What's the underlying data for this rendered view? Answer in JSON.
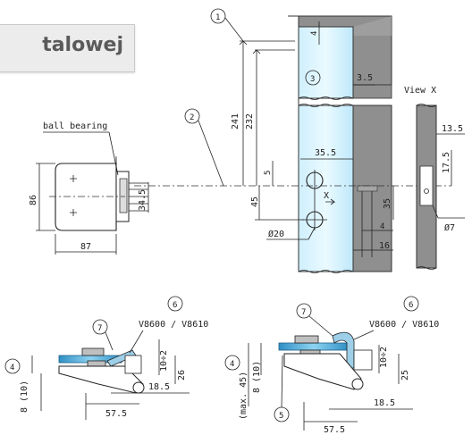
{
  "banner": {
    "text": "talowej"
  },
  "labels": {
    "ball_bearing": "ball bearing",
    "view_x": "View X",
    "x_marker": "X",
    "code_left": "V8600 / V8610",
    "code_right": "V8600 / V8610"
  },
  "callouts": {
    "c1": "1",
    "c2": "2",
    "c3": "3",
    "c4a": "4",
    "c4b": "4",
    "c5": "5",
    "c6a": "6",
    "c6b": "6",
    "c7a": "7",
    "c7b": "7"
  },
  "dims": {
    "d4": "4",
    "d3_5": "3.5",
    "d241": "241",
    "d232": "232",
    "d13_5": "13.5",
    "d17_5": "17.5",
    "d7": "Ø7",
    "d35_5": "35.5",
    "d5": "5",
    "d45": "45",
    "d35": "35",
    "d4b": "4",
    "d16": "16",
    "d20": "Ø20",
    "d86": "86",
    "d87": "87",
    "d34_5": "34.5",
    "l_8_10": "8 (10)",
    "l_10_2": "10÷2",
    "l_26": "26",
    "l_18_5": "18.5",
    "l_57_5": "57.5",
    "r_max45": "(max. 45)",
    "r_8_10": "8 (10)",
    "r_10_2": "10÷2",
    "r_25": "25",
    "r_18_5": "18.5",
    "r_57_5": "57.5"
  }
}
